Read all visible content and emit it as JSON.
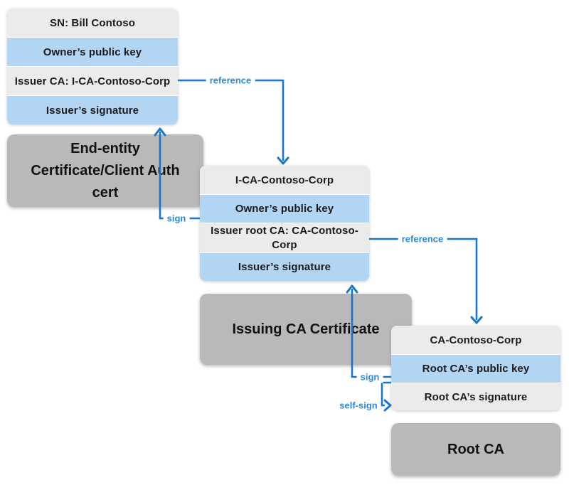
{
  "end_entity_cert": {
    "rows": [
      "SN: Bill Contoso",
      "Owner’s public key",
      "Issuer CA: I-CA-Contoso-Corp",
      "Issuer’s signature"
    ],
    "label": "End-entity Certificate/Client Auth cert"
  },
  "issuing_ca_cert": {
    "rows": [
      "I-CA-Contoso-Corp",
      "Owner’s public key",
      "Issuer root CA: CA-Contoso-Corp",
      "Issuer’s signature"
    ],
    "label": "Issuing CA Certificate"
  },
  "root_ca_cert": {
    "rows": [
      "CA-Contoso-Corp",
      "Root CA’s public key",
      "Root CA’s signature"
    ],
    "label": "Root CA"
  },
  "arrows": {
    "reference_1": "reference",
    "sign_1": "sign",
    "reference_2": "reference",
    "sign_2": "sign",
    "self_sign": "self-sign"
  },
  "colors": {
    "row_gray": "#ebebeb",
    "row_blue": "#b3d5f4",
    "box_gray": "#b9b9b9",
    "arrow_line_blue": "#1575cf",
    "arrow_label_blue": "#2c89da"
  }
}
